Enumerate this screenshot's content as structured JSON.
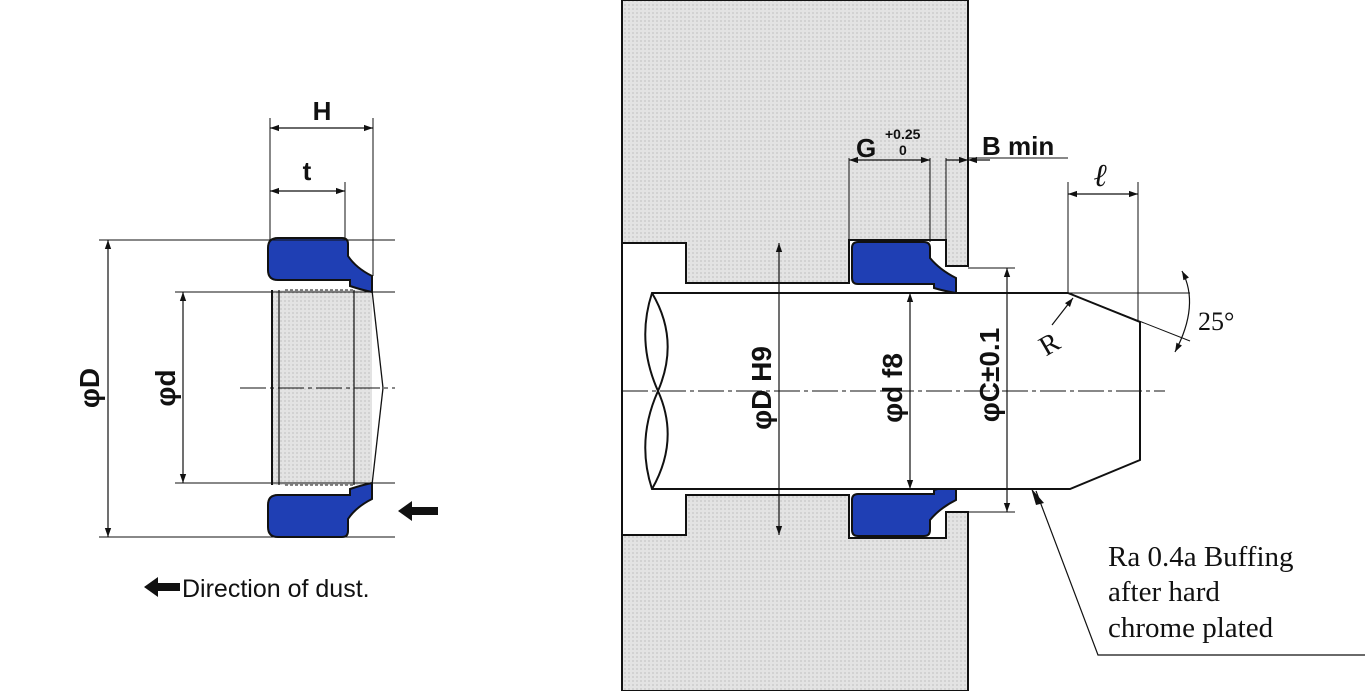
{
  "colors": {
    "seal": "#1f3fb4",
    "housing": "#dcdcdc",
    "line": "#111111",
    "background": "#ffffff"
  },
  "seal_view": {
    "dim_H": "H",
    "dim_t": "t",
    "dim_D": "φD",
    "dim_d": "φd",
    "dust_arrow_icon": "left-arrow-icon",
    "legend_text": "Direction of dust."
  },
  "housing_view": {
    "dim_G": "G",
    "tol_G_upper": "+0.25",
    "tol_G_lower": "0",
    "dim_B": "B min",
    "dim_l": "ℓ",
    "dim_DH9": "φD H9",
    "dim_df8": "φd f8",
    "dim_C": "φC±0.1",
    "radius": "R",
    "angle": "25°",
    "finish_note": [
      "Ra 0.4a Buffing",
      "after hard",
      "chrome plated"
    ]
  }
}
